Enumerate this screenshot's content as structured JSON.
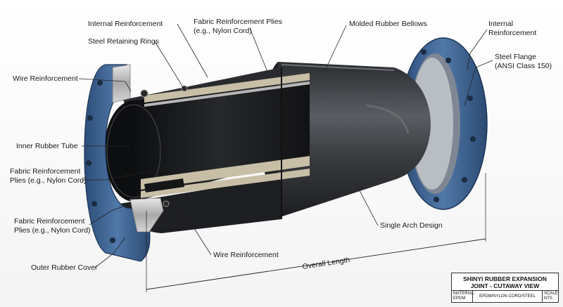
{
  "labels": {
    "internal_reinforcement_top": "Internal Reinforcement",
    "fabric_plies_top_1": "Fabric Reinforcement Plies",
    "fabric_plies_top_2": "(e.g., Nylon Cord)",
    "molded_bellows": "Molded Rubber Bellows",
    "internal_reinforcement_right_1": "Internal",
    "internal_reinforcement_right_2": "Reinforcement",
    "steel_retaining_rings": "Steel Retaining Rings",
    "steel_flange_1": "Steel Flange",
    "steel_flange_2": "(ANSI Class 150)",
    "wire_reinforcement_left": "Wire Reinforcement",
    "inner_rubber_tube": "Inner Rubber Tube",
    "fabric_plies_mid_1": "Fabric Reinforcement",
    "fabric_plies_mid_2": "Plies (e.g., Nylon Cord)",
    "fabric_plies_low_1": "Fabric Reinforcement",
    "fabric_plies_low_2": "Plies (e.g., Nylon Cord)",
    "single_arch": "Single Arch Design",
    "wire_reinforcement_bottom": "Wire Reinforcement",
    "outer_rubber_cover": "Outer Rubber Cover",
    "overall_length": "Overall Length"
  },
  "title_block": {
    "title_line1": "SHINYI RUBBER EXPANSION",
    "title_line2": "JOINT - CUTAWAY VIEW",
    "material_label_1": "MATERIAL:",
    "material_label_2": "EPDM",
    "material_value": "EPDM/NYLON CORD/STEEL",
    "scale_label_1": "SCALE:",
    "scale_label_2": "NTS"
  },
  "colors": {
    "flange": "#3f6390",
    "rubber": "#2b2d30",
    "fabric": "#cfc6ad",
    "steel": "#c7c7c7"
  }
}
